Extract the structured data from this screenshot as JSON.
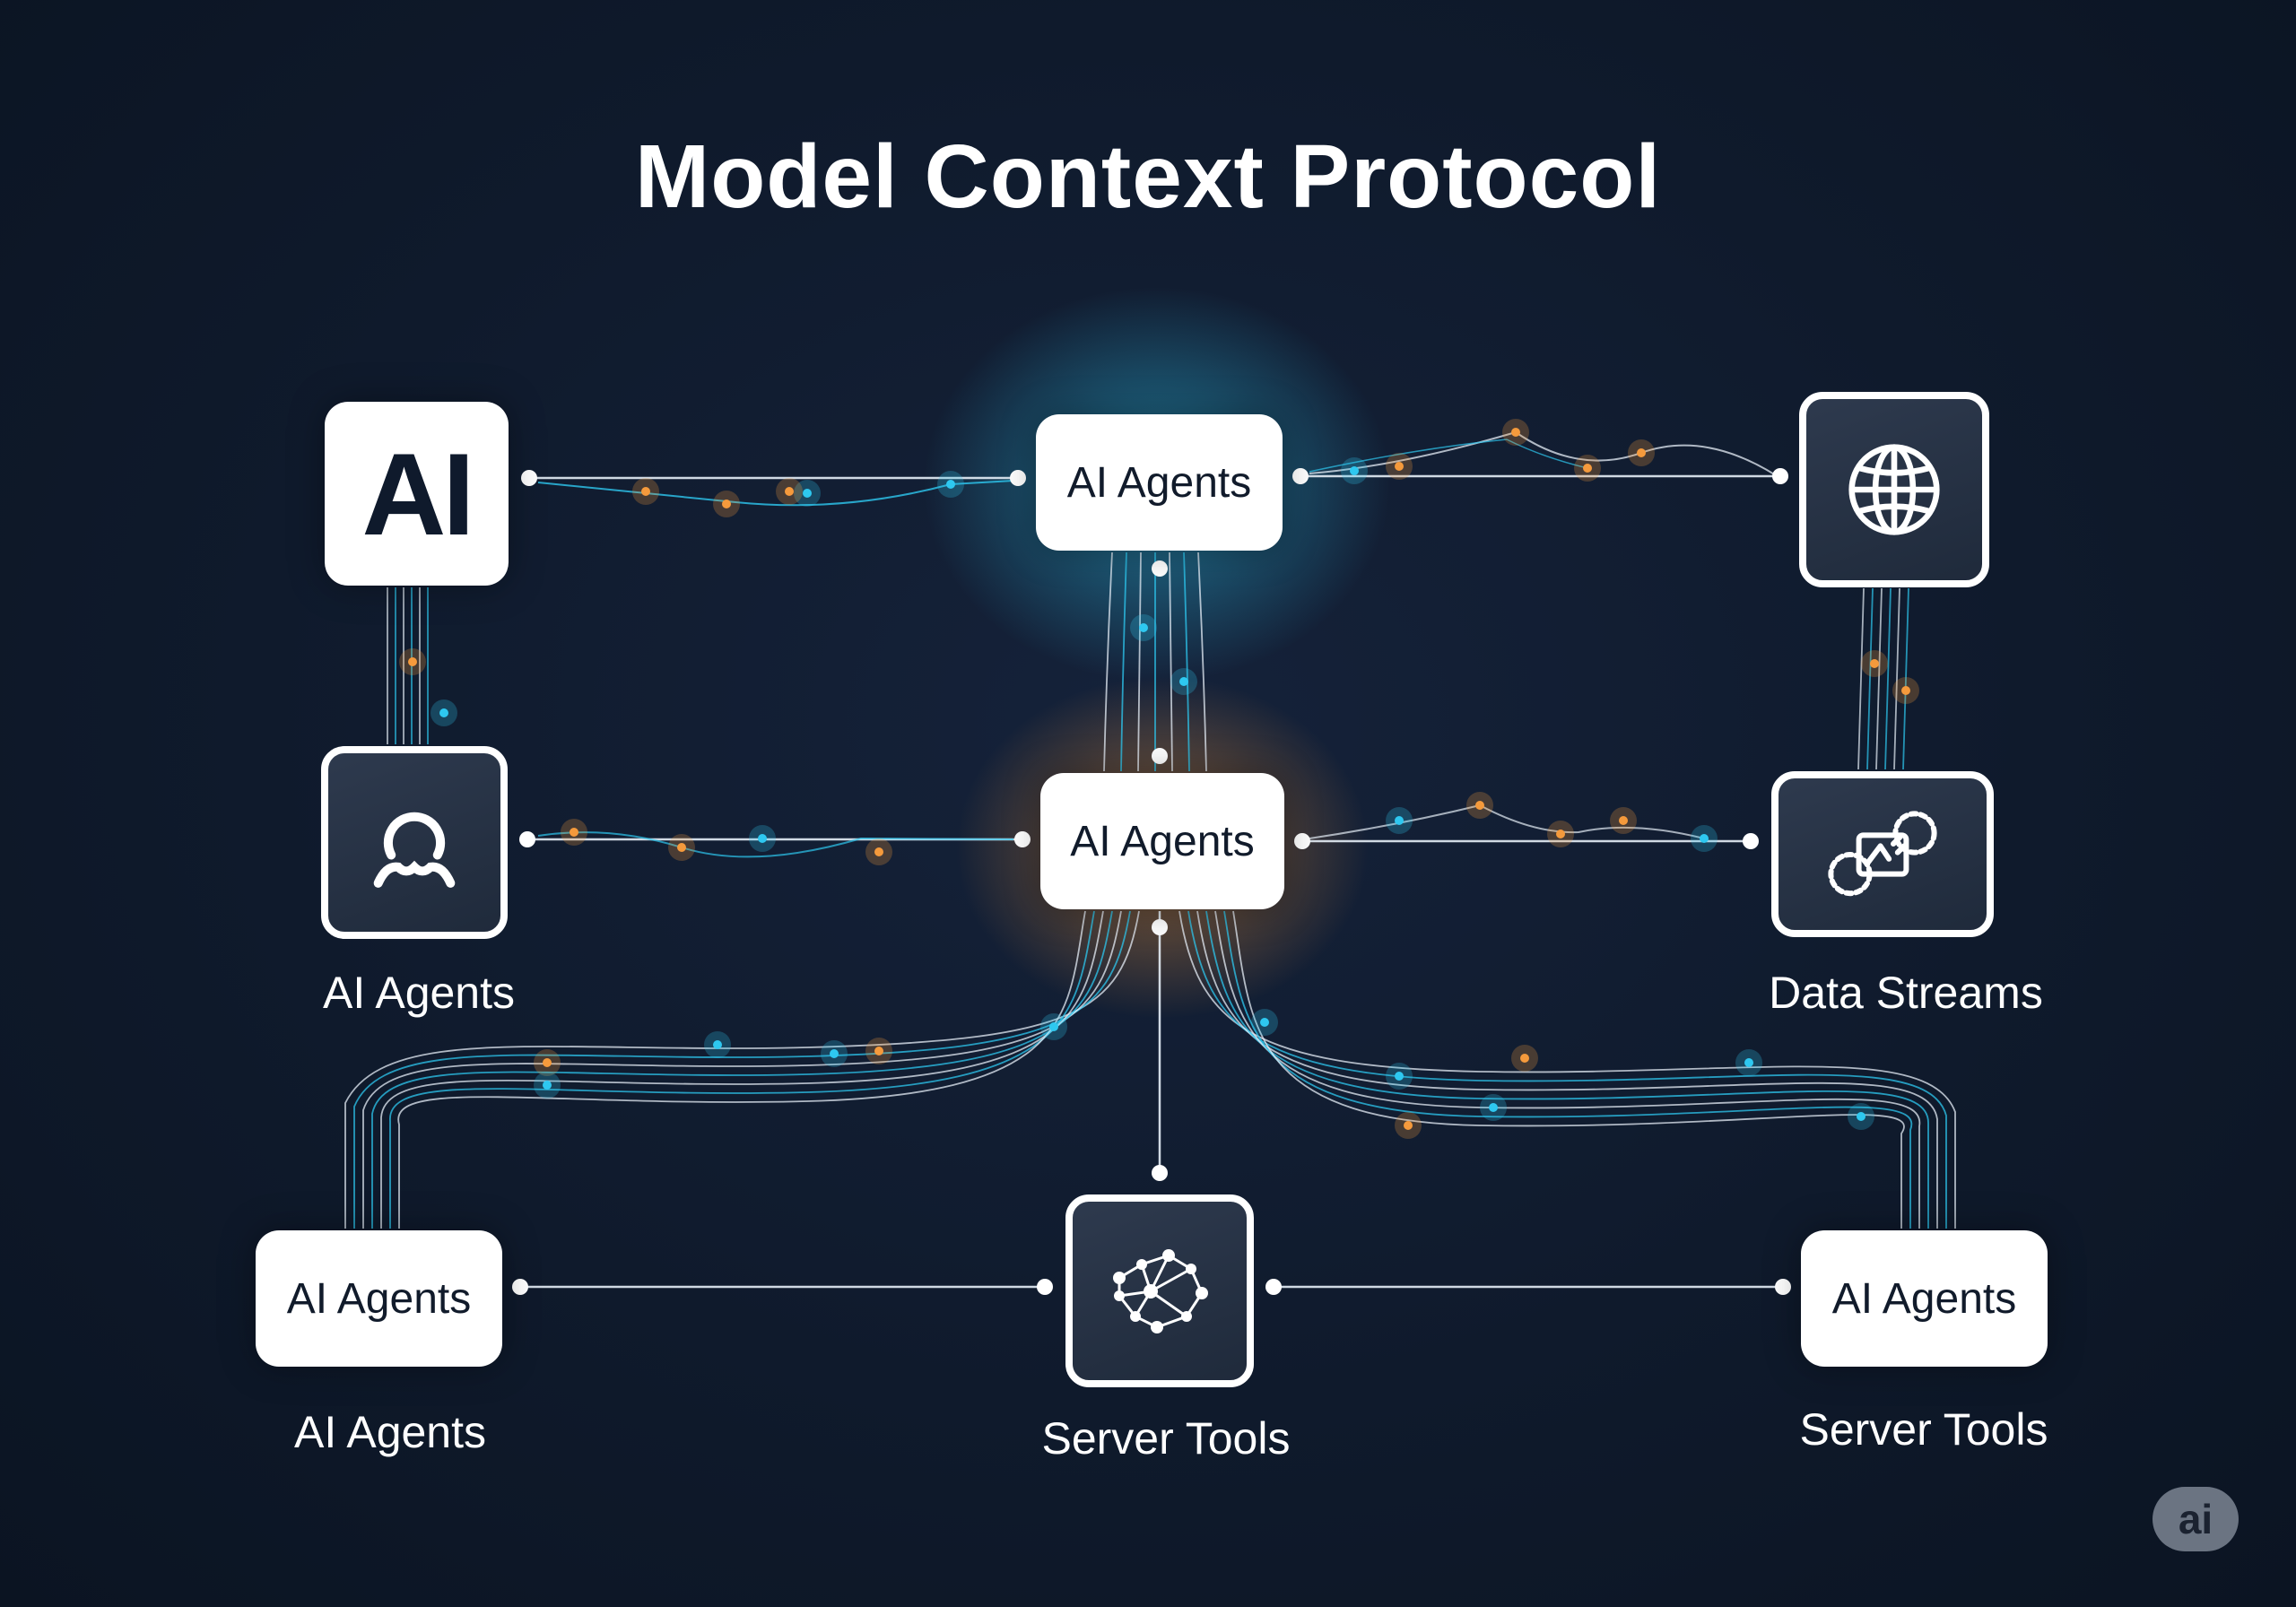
{
  "title": "Model Context Protocol",
  "nodes": {
    "top_left": {
      "text": "AI"
    },
    "top_center": {
      "text": "AI Agents"
    },
    "top_right": {
      "icon": "globe-icon"
    },
    "mid_left": {
      "icon": "agent-icon",
      "caption": "AI Agents"
    },
    "mid_center": {
      "text": "AI Agents"
    },
    "mid_right": {
      "icon": "data-flow-icon",
      "caption": "Data Streams"
    },
    "bottom_left": {
      "text": "AI Agents",
      "caption": "AI Agents"
    },
    "bottom_center": {
      "icon": "network-graph-icon",
      "caption": "Server Tools"
    },
    "bottom_right": {
      "text": "AI Agents",
      "caption": "Server Tools"
    }
  },
  "badge": "ai",
  "colors": {
    "background": "#0f1a2c",
    "glow_cyan": "#2ec8f0",
    "glow_orange": "#f59a3c",
    "wire": "#e6eef7"
  }
}
